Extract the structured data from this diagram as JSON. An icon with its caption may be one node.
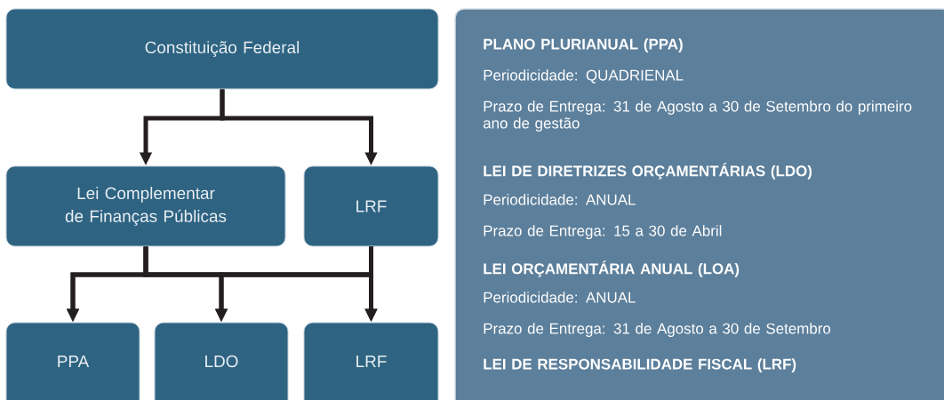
{
  "diagram": {
    "nodes": [
      {
        "text": [
          "Constituição Federal"
        ]
      },
      {
        "text": [
          "Lei Complementar de Finanças Públicas"
        ]
      },
      {
        "text": [
          "LRF"
        ]
      },
      {
        "text": [
          "PPA"
        ]
      },
      {
        "text": [
          "LDO"
        ]
      },
      {
        "text": [
          "LRF"
        ]
      },
      {
        "text": [
          "PLANO PLURIANUAL (PPA)",
          "Periodicidade: QUADRIENAL",
          "Prazo de Entrega: 31 de Agosto a 30 de Setembro do primeiro ano de gestão",
          "LEI DE DIRETRIZES ORÇAMENTÁRIAS (LDO)",
          "Periodicidade: ANUAL",
          "Prazo de Entrega: 15 a 30 de Abril",
          "LEI ORÇAMENTÁRIA ANUAL (LOA)",
          "Periodicidade: ANUAL",
          "Prazo de Entrega: 31 de Agosto a 30 de Setembro",
          "LEI DE RESPONSABILIDADE FISCAL (LRF)"
        ]
      }
    ],
    "edges": [
      {
        "from": 0,
        "to": 1,
        "arrow": "to"
      },
      {
        "from": 0,
        "to": 2,
        "arrow": "to"
      },
      {
        "from": 1,
        "to": 3,
        "arrow": "to"
      },
      {
        "from": 1,
        "to": 4,
        "arrow": "to"
      },
      {
        "from": 1,
        "to": 5,
        "arrow": "to"
      },
      {
        "from": 2,
        "to": 3,
        "arrow": "to"
      },
      {
        "from": 2,
        "to": 4,
        "arrow": "to"
      },
      {
        "from": 2,
        "to": 5,
        "arrow": "to"
      }
    ]
  }
}
